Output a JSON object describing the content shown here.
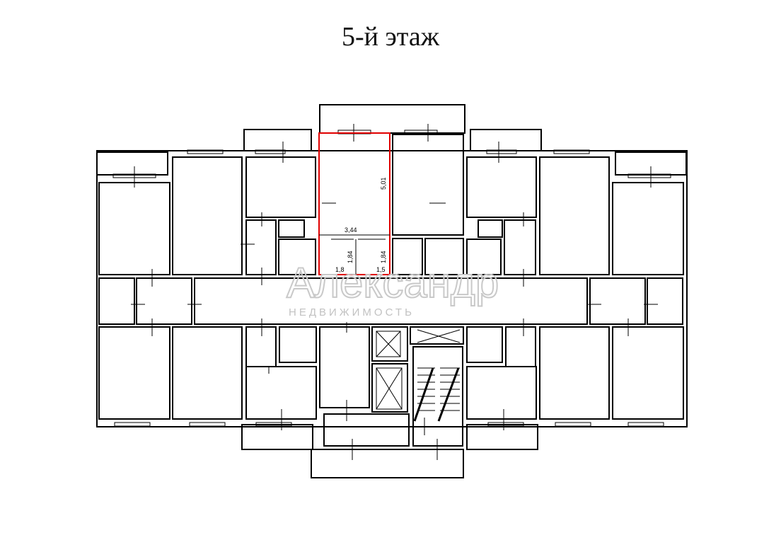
{
  "title": "5-й этаж",
  "watermark": {
    "brand": "Александр",
    "subtitle": "НЕДВИЖИМОСТЬ"
  },
  "dimensions": {
    "width": "3,44",
    "length": "5,01",
    "bath_height": "1,84",
    "toilet_height": "1,84",
    "bath_width": "1,8",
    "toilet_width": "1,5"
  },
  "colors": {
    "walls": "#000000",
    "highlight": "#e00000",
    "watermark": "#c9c9c9"
  }
}
